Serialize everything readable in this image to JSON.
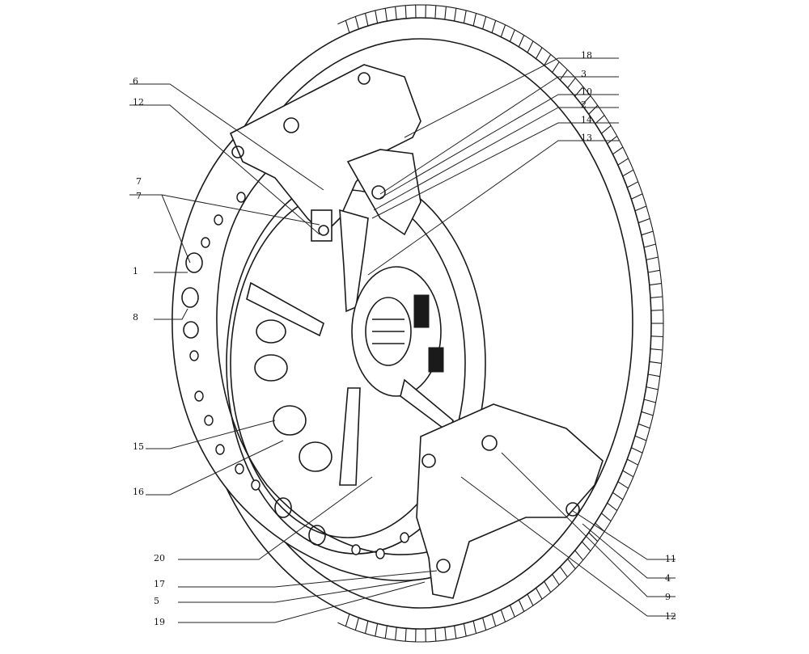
{
  "diagram": {
    "callouts": [
      {
        "id": "18",
        "text": "18"
      },
      {
        "id": "3",
        "text": "3"
      },
      {
        "id": "10",
        "text": "10"
      },
      {
        "id": "2",
        "text": "2"
      },
      {
        "id": "14",
        "text": "14"
      },
      {
        "id": "13",
        "text": "13"
      },
      {
        "id": "6",
        "text": "6"
      },
      {
        "id": "12a",
        "text": "12"
      },
      {
        "id": "7a",
        "text": "7"
      },
      {
        "id": "7b",
        "text": "7"
      },
      {
        "id": "1",
        "text": "1"
      },
      {
        "id": "8",
        "text": "8"
      },
      {
        "id": "15",
        "text": "15"
      },
      {
        "id": "16",
        "text": "16"
      },
      {
        "id": "20",
        "text": "20"
      },
      {
        "id": "17",
        "text": "17"
      },
      {
        "id": "5",
        "text": "5"
      },
      {
        "id": "19",
        "text": "19"
      },
      {
        "id": "11",
        "text": "11"
      },
      {
        "id": "4",
        "text": "4"
      },
      {
        "id": "9",
        "text": "9"
      },
      {
        "id": "12b",
        "text": "12"
      }
    ]
  }
}
